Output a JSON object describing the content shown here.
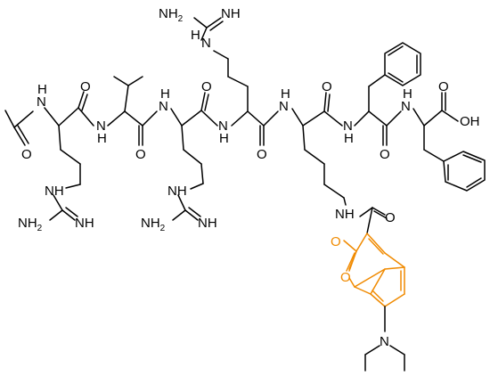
{
  "figure": {
    "colors": {
      "default": "#000000",
      "coumarin_fragment": "#F08A00"
    },
    "atoms": {
      "n_acetyl": "N",
      "h_acetyl": "H",
      "o_acetyl": "O",
      "o_arg1": "O",
      "n_val": "N",
      "h_val": "H",
      "o_val": "O",
      "n_arg2": "N",
      "h_arg2": "H",
      "o_arg2": "O",
      "n_arg3": "N",
      "h_arg3": "H",
      "o_arg3": "O",
      "n_lys": "N",
      "h_lys": "H",
      "o_lys": "O",
      "n_phe1": "N",
      "h_phe1": "H",
      "o_phe1": "O",
      "n_phe2": "N",
      "h_phe2": "H",
      "oh_cooh": "OH",
      "o_cooh": "O",
      "arg1_nh": "NH",
      "arg1_nh2": "NH",
      "arg1_nh2_sub": "2",
      "arg1_imine": "NH",
      "arg2_nh": "NH",
      "arg2_nh2": "NH",
      "arg2_nh2_sub": "2",
      "arg2_imine": "NH",
      "arg3_nh2": "NH",
      "arg3_nh2_sub": "2",
      "arg3_imine": "NH",
      "arg3_h": "H",
      "arg3_n": "N",
      "lys_nh": "NH",
      "o_amide_coumarin": "O",
      "o_lactone_carbonyl": "O",
      "o_ring": "O",
      "n_diethylamino": "N"
    }
  }
}
